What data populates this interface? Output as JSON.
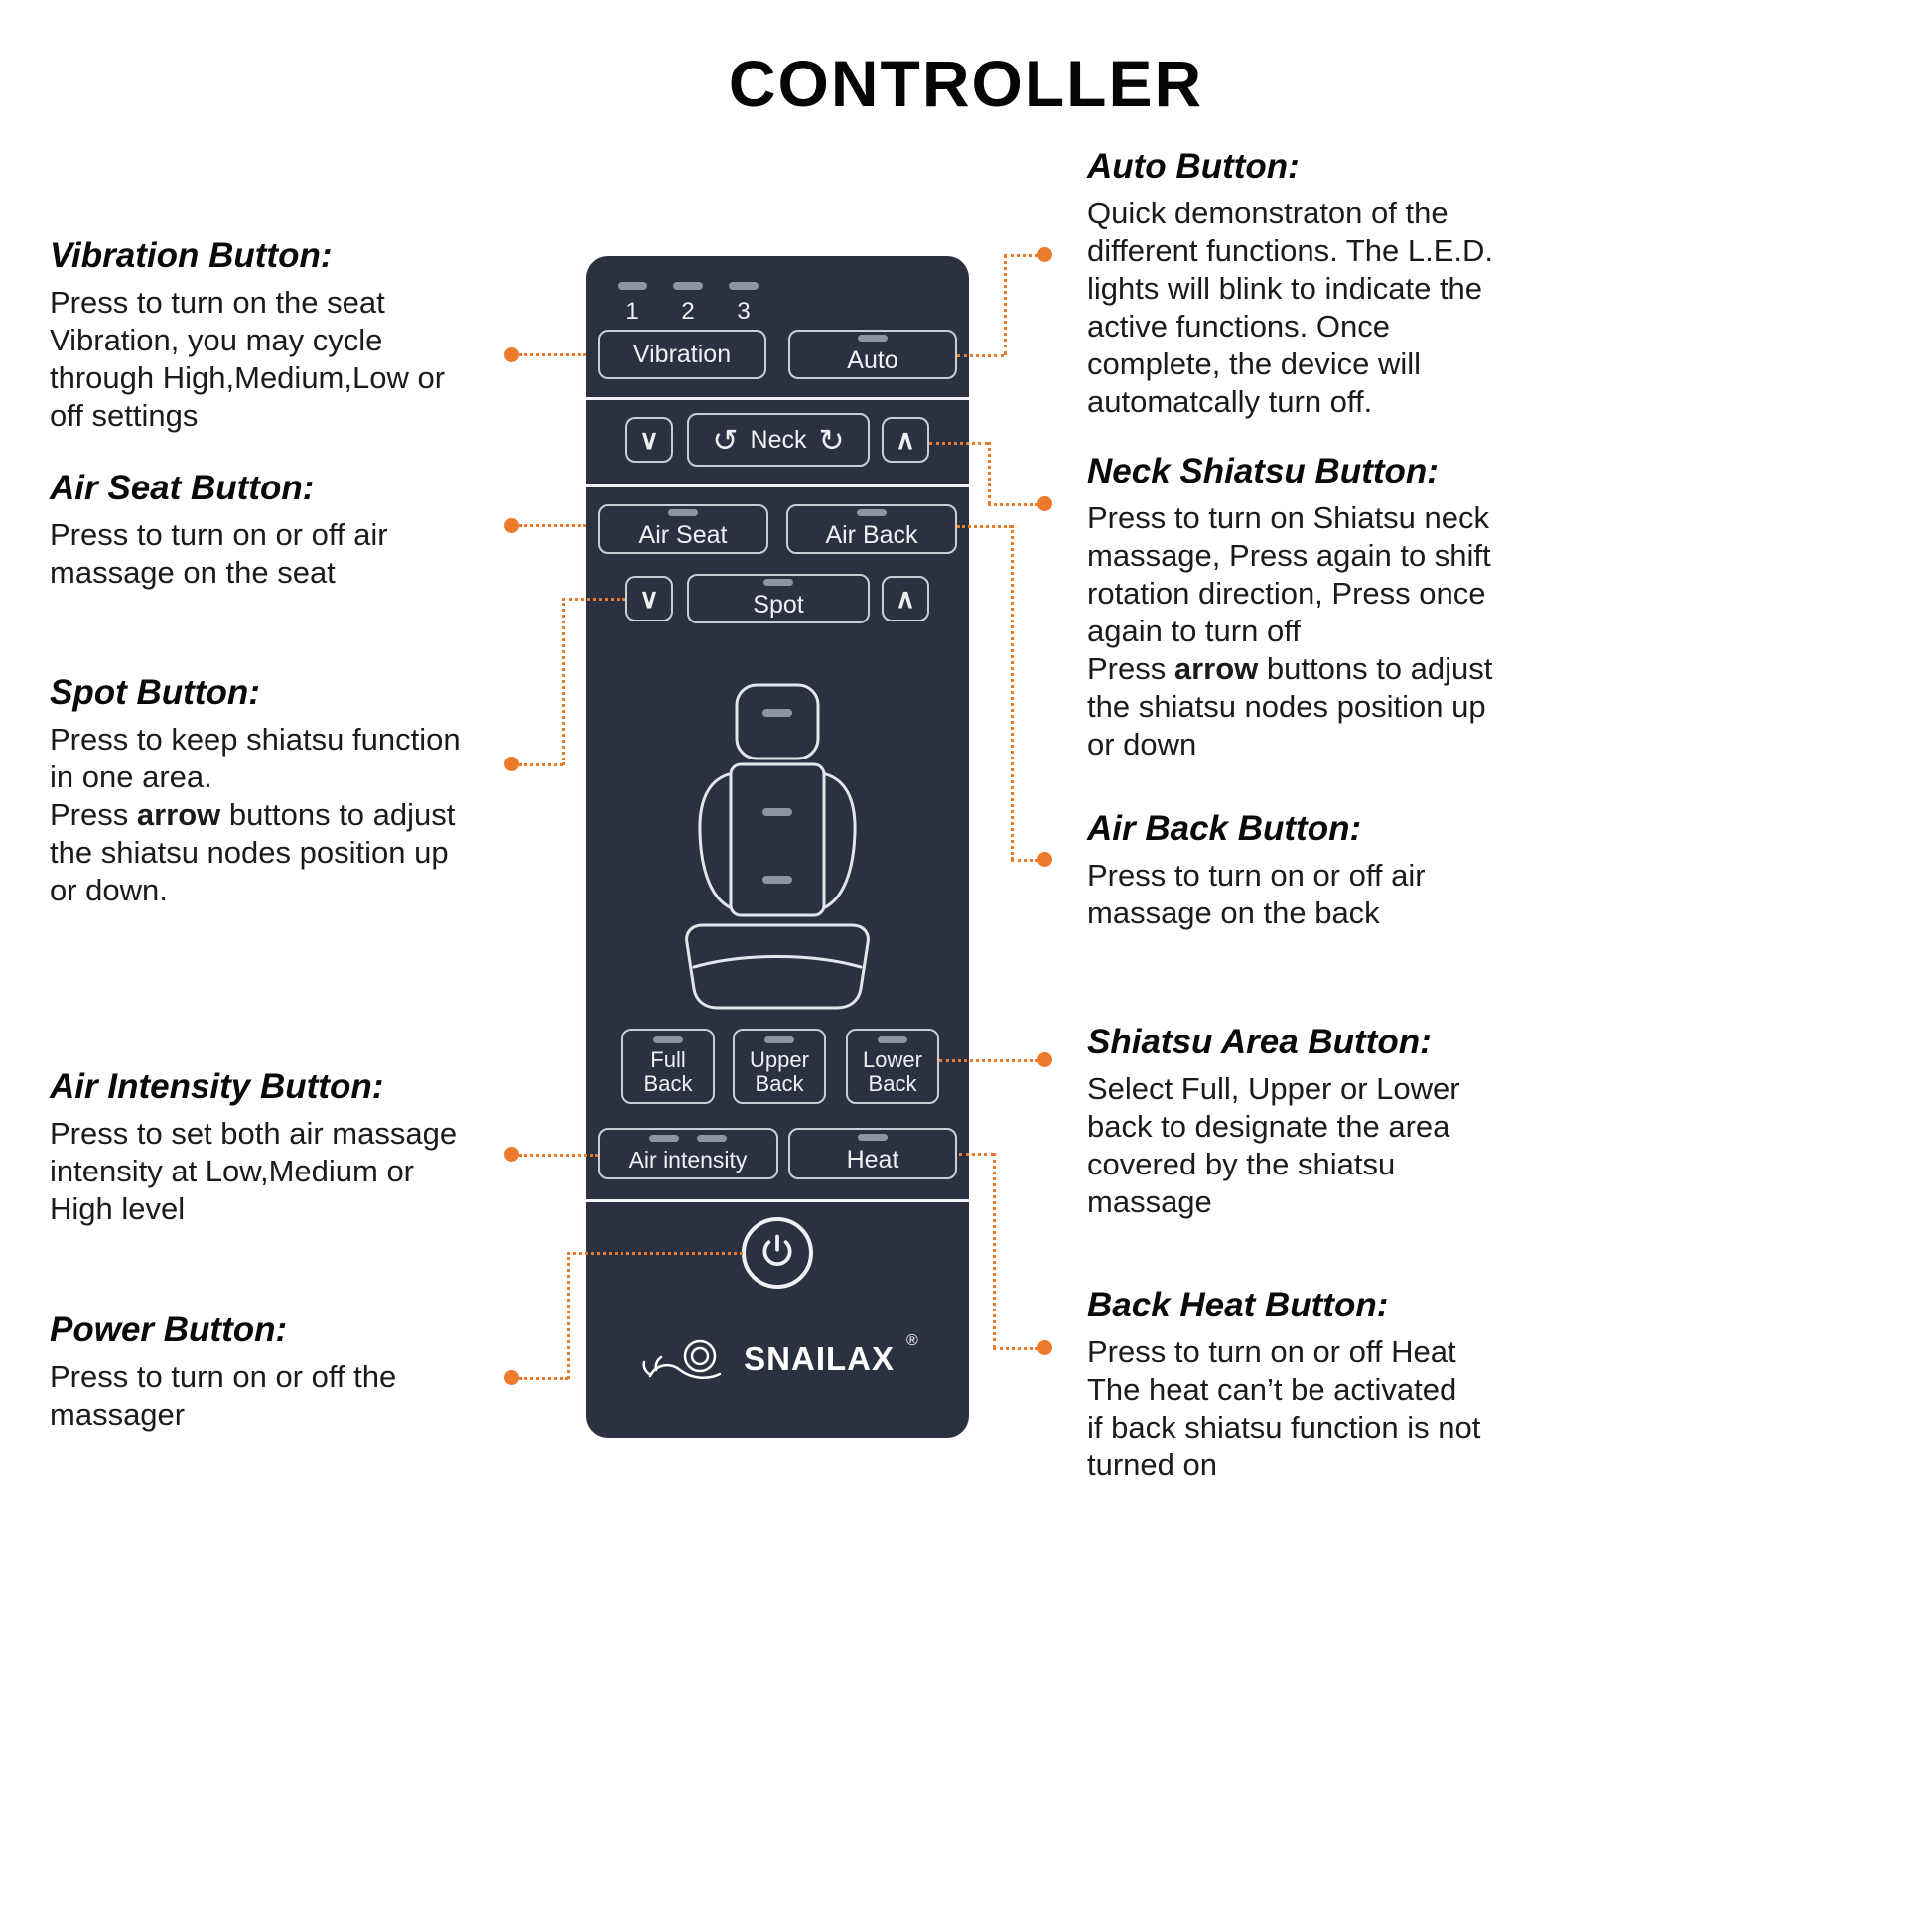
{
  "title": "CONTROLLER",
  "colors": {
    "accent": "#EC7A2B",
    "controller_bg": "#2B3140",
    "button_border": "#C9CED6",
    "led": "#8E94A0"
  },
  "controller": {
    "led_numbers": [
      "1",
      "2",
      "3"
    ],
    "vibration_label": "Vibration",
    "auto_label": "Auto",
    "neck_label": "Neck",
    "rotate_left_icon": "↺",
    "rotate_right_icon": "↻",
    "arrow_down": "∨",
    "arrow_up": "∧",
    "air_seat_label": "Air Seat",
    "air_back_label": "Air Back",
    "spot_label": "Spot",
    "full_back_label": "Full\nBack",
    "upper_back_label": "Upper\nBack",
    "lower_back_label": "Lower\nBack",
    "air_intensity_label": "Air intensity",
    "heat_label": "Heat",
    "brand": "SNAILAX",
    "registered": "®"
  },
  "annotations": {
    "left": [
      {
        "heading": "Vibration Button:",
        "body": "Press to turn on the seat\nVibration, you may cycle\nthrough High,Medium,Low or\noff settings"
      },
      {
        "heading": "Air Seat Button:",
        "body": "Press to turn on or off air\nmassage on the seat"
      },
      {
        "heading": "Spot Button:",
        "body_pre": "Press to keep shiatsu function\nin one area.\nPress ",
        "body_bold": "arrow",
        "body_post": " buttons to adjust\nthe shiatsu nodes position up\nor down."
      },
      {
        "heading": "Air Intensity Button:",
        "body": "Press to set both air massage\nintensity at Low,Medium or\nHigh level"
      },
      {
        "heading": "Power Button:",
        "body": "Press to turn on or off the\nmassager"
      }
    ],
    "right": [
      {
        "heading": "Auto Button:",
        "body": "Quick demonstraton of the\ndifferent functions. The L.E.D.\nlights will blink to indicate the\nactive functions. Once\ncomplete, the device will\nautomatcally turn off."
      },
      {
        "heading": "Neck Shiatsu Button:",
        "body_pre": "Press to turn on Shiatsu neck\nmassage, Press again to shift\nrotation direction, Press once\nagain to turn off\nPress ",
        "body_bold": "arrow",
        "body_post": " buttons to adjust\nthe shiatsu nodes position up\nor down"
      },
      {
        "heading": "Air Back Button:",
        "body": "Press to turn on or off air\nmassage on the back"
      },
      {
        "heading": "Shiatsu Area Button:",
        "body": "Select Full, Upper or Lower\nback to designate the area\ncovered by the shiatsu\nmassage"
      },
      {
        "heading": "Back Heat Button:",
        "body": "Press to turn on or off Heat\nThe heat can’t be activated\nif back shiatsu function is not\nturned on"
      }
    ]
  }
}
